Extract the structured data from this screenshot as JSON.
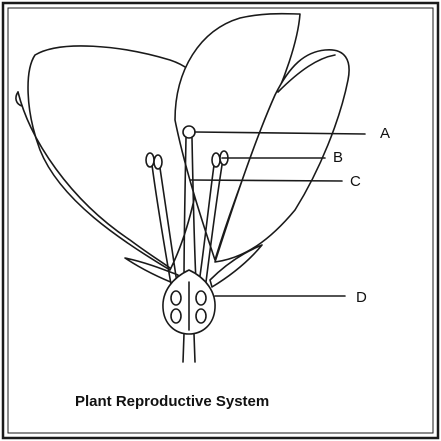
{
  "diagram": {
    "labels": [
      {
        "id": "A",
        "text": "A"
      },
      {
        "id": "B",
        "text": "B"
      },
      {
        "id": "C",
        "text": "C"
      },
      {
        "id": "D",
        "text": "D"
      }
    ],
    "caption": "Plant Reproductive System"
  }
}
